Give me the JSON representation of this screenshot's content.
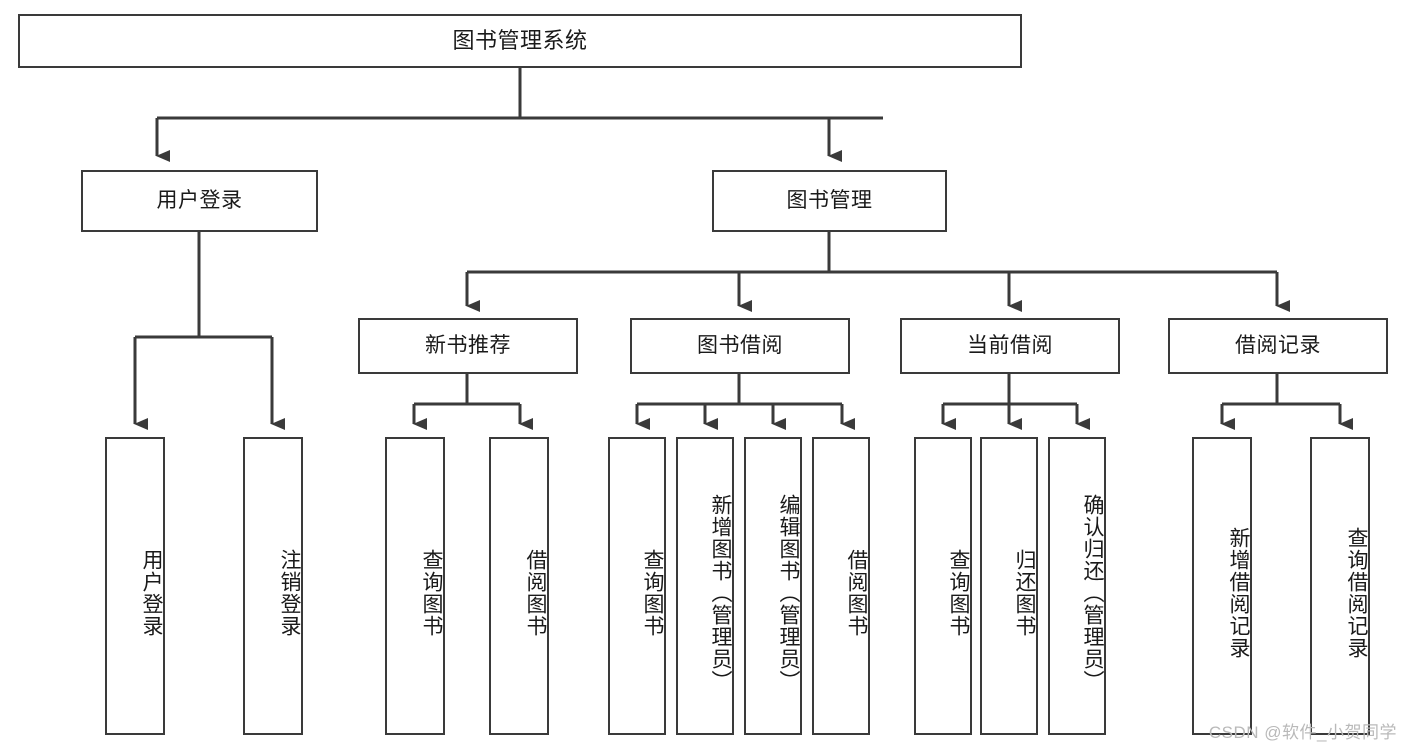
{
  "diagram": {
    "title": "图书管理系统",
    "type": "tree",
    "root": {
      "label": "图书管理系统"
    },
    "level1": [
      {
        "label": "用户登录"
      },
      {
        "label": "图书管理"
      }
    ],
    "level2": [
      {
        "label": "新书推荐"
      },
      {
        "label": "图书借阅"
      },
      {
        "label": "当前借阅"
      },
      {
        "label": "借阅记录"
      }
    ],
    "leaves": {
      "user_login": [
        {
          "label": "用户登录"
        },
        {
          "label": "注销登录"
        }
      ],
      "new_book_recommend": [
        {
          "label": "查询图书"
        },
        {
          "label": "借阅图书"
        }
      ],
      "book_borrow": [
        {
          "label": "查询图书"
        },
        {
          "label": "新增图书（管理员）"
        },
        {
          "label": "编辑图书（管理员）"
        },
        {
          "label": "借阅图书"
        }
      ],
      "current_borrow": [
        {
          "label": "查询图书"
        },
        {
          "label": "归还图书"
        },
        {
          "label": "确认归还（管理员）"
        }
      ],
      "borrow_record": [
        {
          "label": "新增借阅记录"
        },
        {
          "label": "查询借阅记录"
        }
      ]
    },
    "watermark": "CSDN @软件_小贺同学",
    "colors": {
      "stroke": "#3a3a3a",
      "fill": "#ffffff",
      "text": "#1a1a1a",
      "watermark": "#b9b9b9"
    }
  }
}
